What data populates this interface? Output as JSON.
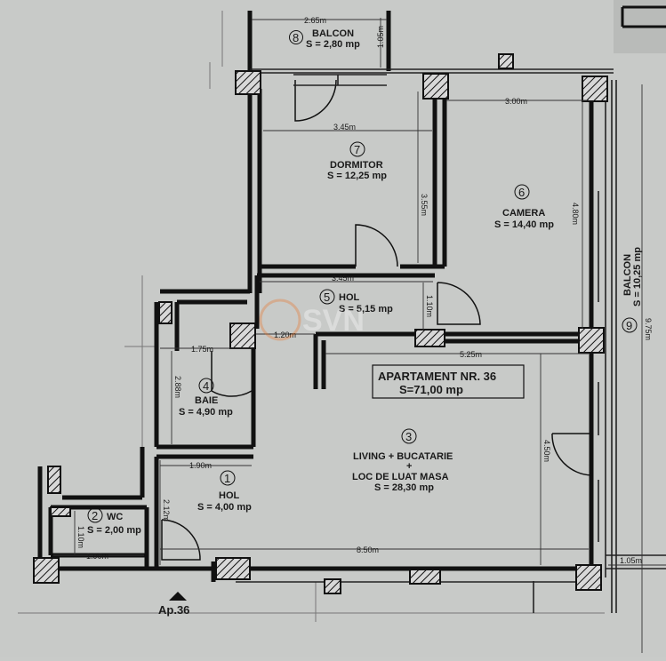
{
  "plan": {
    "title": "APARTAMENT NR. 36",
    "total_area": "S=71,00 mp",
    "entrance": "Ap.36",
    "watermark": "SVN ROMANIA",
    "rooms": [
      {
        "num": "1",
        "name": "HOL",
        "area": "S = 4,00 mp"
      },
      {
        "num": "2",
        "name": "WC",
        "area": "S = 2,00 mp"
      },
      {
        "num": "3",
        "name1": "LIVING + BUCATARIE",
        "plus": "+",
        "name2": "LOC DE LUAT MASA",
        "area": "S = 28,30 mp"
      },
      {
        "num": "4",
        "name": "BAIE",
        "area": "S = 4,90 mp"
      },
      {
        "num": "5",
        "name": "HOL",
        "area": "S = 5,15 mp"
      },
      {
        "num": "6",
        "name": "CAMERA",
        "area": "S = 14,40 mp"
      },
      {
        "num": "7",
        "name": "DORMITOR",
        "area": "S = 12,25 mp"
      },
      {
        "num": "8",
        "name": "BALCON",
        "area": "S = 2,80 mp"
      },
      {
        "num": "9",
        "name": "BALCON",
        "area": "S = 10,25 mp"
      }
    ],
    "dimensions": {
      "balcon8_width": "2.65m",
      "balcon8_depth": "1.05m",
      "dormitor_width": "3.45m",
      "dormitor_depth": "3.55m",
      "camera_width": "3.00m",
      "camera_depth": "4.80m",
      "hol5_width": "3.45m",
      "hol5_depth": "1.10m",
      "hol5_short": "1.20m",
      "living_width": "5.25m",
      "living_depth": "4.50m",
      "baie_width": "1.75m",
      "baie_depth": "2.88m",
      "hol1_width": "1.90m",
      "hol1_depth": "2.12m",
      "wc_width": "1.90m",
      "wc_depth": "1.10m",
      "total_width": "8.50m",
      "balcon9_width": "1.05m",
      "balcon9_length": "9.75m"
    }
  }
}
